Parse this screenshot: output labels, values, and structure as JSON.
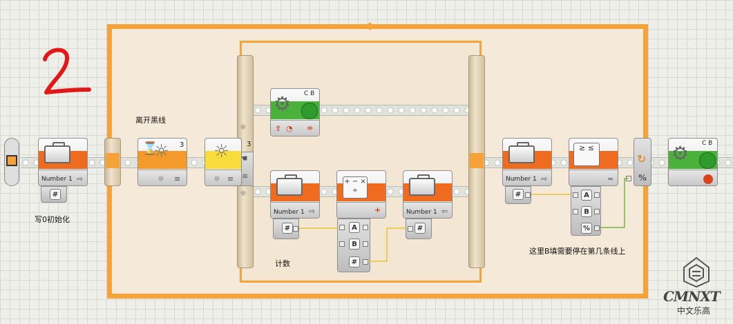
{
  "labels": {
    "leave_black_line": "离开黑线",
    "init_zero": "写0初始化",
    "count": "计数",
    "b_hint": "这里B填需要停在第几条线上"
  },
  "blocks": {
    "var1_name": "Number 1",
    "var2_name": "Number 1",
    "var3_name": "Number 1",
    "var4_name": "Number 1",
    "light_port_a": "3",
    "light_port_b": "3",
    "motor_ports_a": "C B",
    "motor_ports_b": "C B",
    "compare_symbols": "≥ ≤",
    "math_symbols": "+ − × ÷",
    "plug_a": "A",
    "plug_b": "B",
    "plug_num": "#",
    "plug_pct": "%"
  },
  "annotation": {
    "handwritten_digit": "2"
  },
  "watermark": {
    "brand": "CMNXT",
    "sub": "中文乐高"
  },
  "colors": {
    "loop": "#f5a238",
    "var_band": "#ee6b1f",
    "motor_band": "#4ab23a",
    "sensor_band": "#f7dc3c",
    "wire_yellow": "#e8c032",
    "wire_green": "#6fba3a",
    "annotation_red": "#e21818"
  }
}
